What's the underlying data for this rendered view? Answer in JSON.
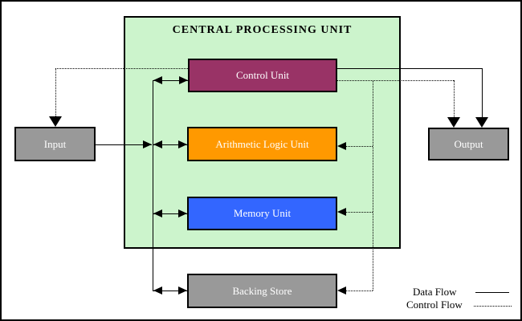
{
  "title": "CENTRAL PROCESSING UNIT",
  "units": {
    "control": {
      "label": "Control Unit",
      "color": "#993366"
    },
    "alu": {
      "label": "Arithmetic Logic Unit",
      "color": "#FF9900"
    },
    "memory": {
      "label": "Memory Unit",
      "color": "#3366FF"
    },
    "input": {
      "label": "Input",
      "color": "#999999"
    },
    "output": {
      "label": "Output",
      "color": "#999999"
    },
    "backing": {
      "label": "Backing Store",
      "color": "#999999"
    }
  },
  "legend": {
    "data_flow_label": "Data Flow",
    "control_flow_label": "Control Flow"
  },
  "colors": {
    "cpu_background": "#CCF4CC",
    "line": "#000000",
    "label_text": "#FFFFFF",
    "title_text": "#000000"
  }
}
